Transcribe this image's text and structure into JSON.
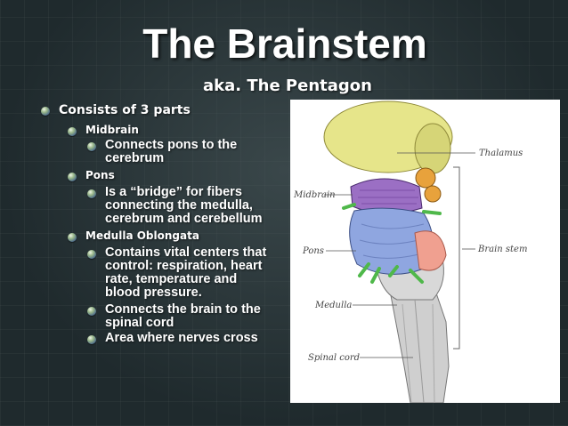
{
  "slide": {
    "title": "The Brainstem",
    "subtitle": "aka. The Pentagon"
  },
  "bullets": {
    "main": "Consists of 3 parts",
    "midbrain": {
      "label": "Midbrain",
      "items": [
        "Connects pons to the",
        "cerebrum"
      ]
    },
    "pons": {
      "label": "Pons",
      "items": [
        "Is a “bridge” for fibers",
        "connecting the medulla,",
        "cerebrum and cerebellum"
      ]
    },
    "medulla": {
      "label": "Medulla Oblongata",
      "item1": [
        "Contains vital centers that",
        "control:  respiration, heart",
        "rate, temperature and",
        "blood pressure."
      ],
      "item2": [
        "Connects the brain to the",
        "spinal cord"
      ],
      "item3": [
        "Area where nerves cross"
      ]
    }
  },
  "diagram": {
    "labels": {
      "thalamus": "Thalamus",
      "midbrain": "Midbrain",
      "pons": "Pons",
      "brain_stem": "Brain stem",
      "medulla": "Medulla",
      "spinal_cord": "Spinal cord"
    },
    "colors": {
      "thalamus": "#e6e58a",
      "midbrain": "#9b6fc4",
      "pons": "#8fa6e0",
      "colliculi": "#e8a23c",
      "nerves": "#4fb84a",
      "cerebellar_peduncle": "#f0a090",
      "stem": "#cfcfcf"
    }
  }
}
